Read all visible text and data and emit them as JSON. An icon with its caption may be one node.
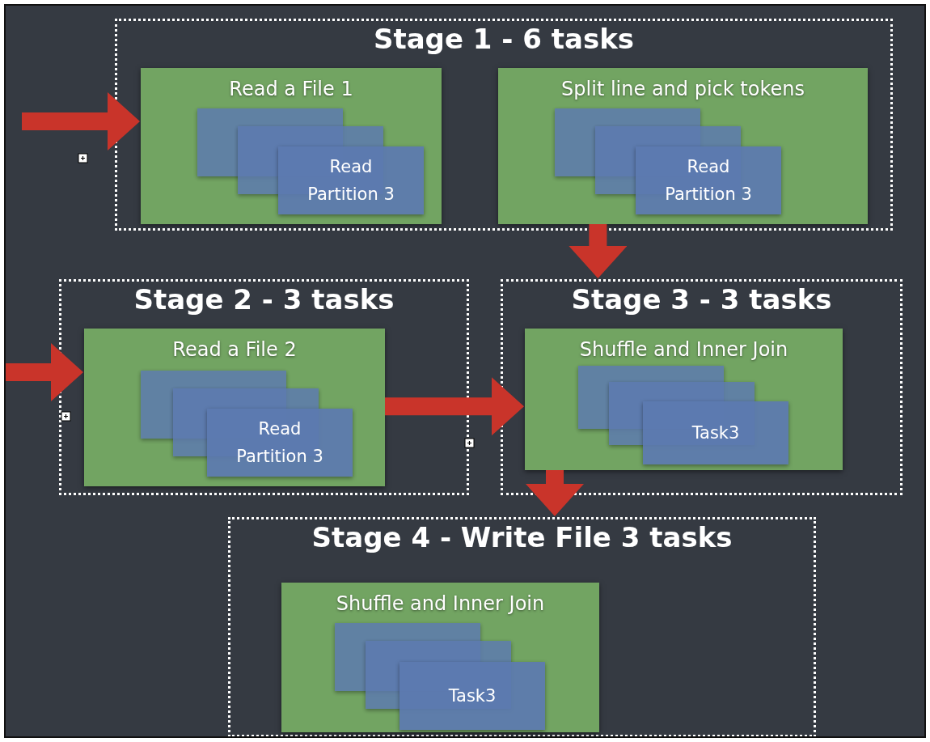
{
  "diagram": {
    "nodes": [
      {
        "text": [
          "Stage 1 - 6 tasks"
        ]
      },
      {
        "text": [
          "Read a File 1"
        ],
        "in": 0
      },
      {
        "text": [],
        "shape": "box",
        "in": 1
      },
      {
        "text": [],
        "shape": "box",
        "in": 1
      },
      {
        "text": [
          "Read Partition 3"
        ],
        "in": 1
      },
      {
        "text": [
          "Split line and pick tokens"
        ],
        "in": 0
      },
      {
        "text": [],
        "shape": "box",
        "in": 5
      },
      {
        "text": [],
        "shape": "box",
        "in": 5
      },
      {
        "text": [
          "Read Partition 3"
        ],
        "in": 5
      },
      {
        "text": [
          "Stage 2 - 3 tasks"
        ]
      },
      {
        "text": [
          "Read a File 2"
        ],
        "in": 9
      },
      {
        "text": [],
        "shape": "box",
        "in": 10
      },
      {
        "text": [],
        "shape": "box",
        "in": 10
      },
      {
        "text": [
          "Read Partition 3"
        ],
        "in": 10
      },
      {
        "text": [
          "Stage 3 - 3 tasks"
        ]
      },
      {
        "text": [
          "Shuffle and Inner Join"
        ],
        "in": 14
      },
      {
        "text": [],
        "shape": "box",
        "in": 15
      },
      {
        "text": [],
        "shape": "box",
        "in": 15
      },
      {
        "text": [
          "Task3"
        ],
        "in": 15
      },
      {
        "text": [
          "Stage 4 - Write File 3 tasks"
        ]
      },
      {
        "text": [
          "Shuffle and Inner Join"
        ],
        "in": 19
      },
      {
        "text": [],
        "shape": "box",
        "in": 20
      },
      {
        "text": [],
        "shape": "box",
        "in": 20
      },
      {
        "text": [
          "Task3"
        ],
        "in": 20
      }
    ],
    "edges": [
      {
        "from": null,
        "to": 1,
        "arrow": "to"
      },
      {
        "from": null,
        "to": 10,
        "arrow": "to"
      },
      {
        "from": 10,
        "to": 15,
        "arrow": "to"
      },
      {
        "from": 5,
        "to": 14,
        "arrow": "to"
      },
      {
        "from": 15,
        "to": 19,
        "arrow": "to"
      }
    ]
  }
}
